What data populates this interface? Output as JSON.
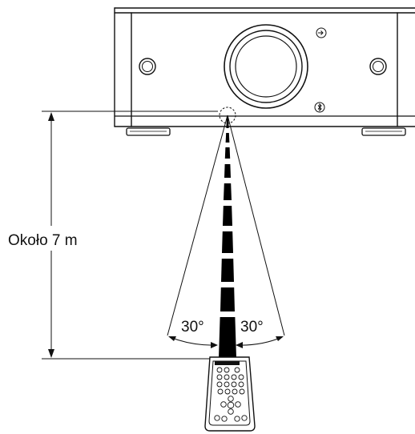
{
  "range_label": "Około 7 m",
  "angle_left": "30°",
  "angle_right": "30°",
  "icons": {
    "input": "input-icon",
    "bluetooth": "bluetooth-icon"
  },
  "colors": {
    "line": "#111111",
    "beam": "#000000",
    "background": "#ffffff"
  }
}
